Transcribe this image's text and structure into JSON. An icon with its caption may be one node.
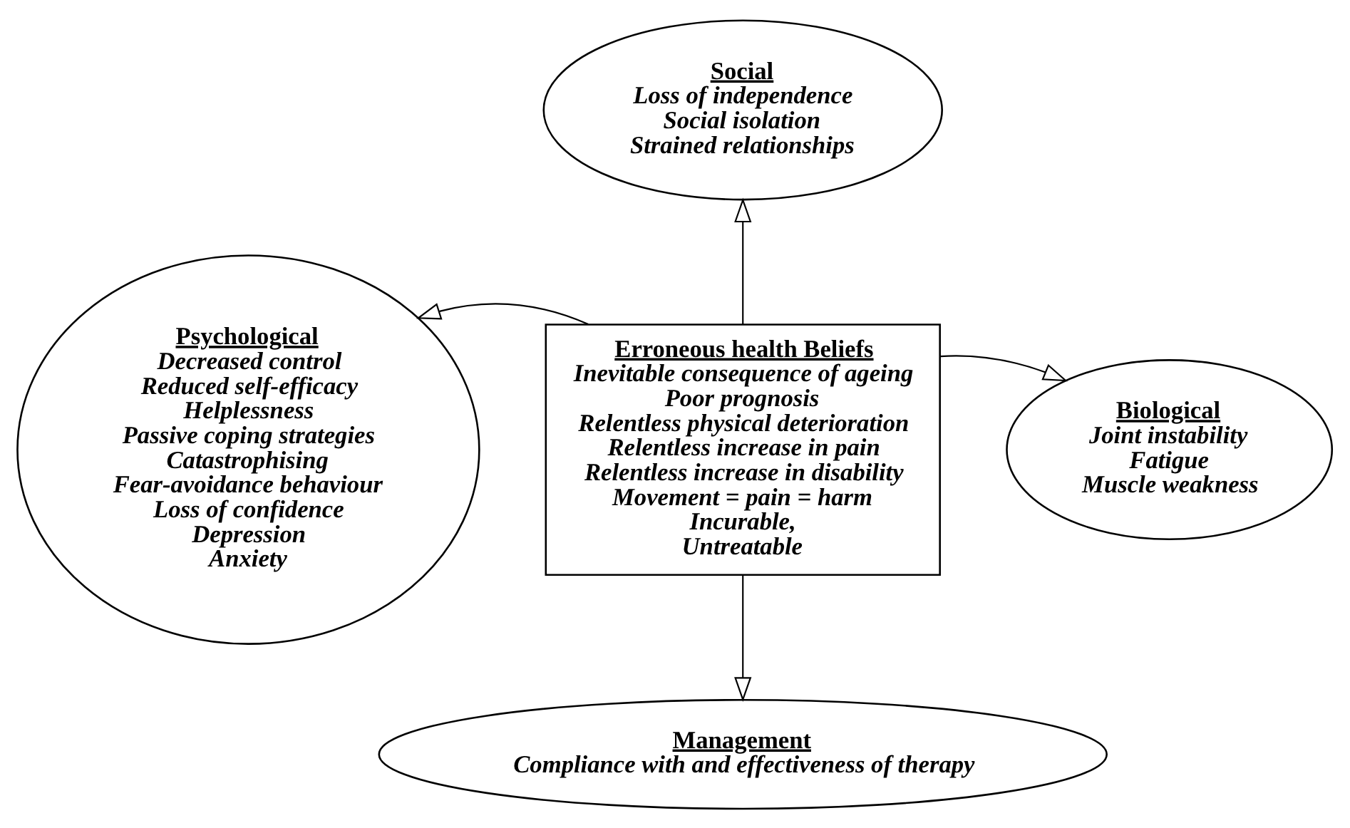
{
  "diagram": {
    "nodes": [
      {
        "text": [
          "Erroneous health Beliefs",
          "Inevitable consequence of ageing",
          "Poor prognosis",
          "Relentless physical deterioration",
          "Relentless increase in pain",
          "Relentless increase in disability",
          "Movement = pain = harm",
          "Incurable,",
          "Untreatable"
        ]
      },
      {
        "text": [
          "Social",
          "Loss of independence",
          "Social isolation",
          "Strained relationships"
        ]
      },
      {
        "text": [
          "Psychological",
          "Decreased control",
          "Reduced self-efficacy",
          "Helplessness",
          "Passive coping strategies",
          "Catastrophising",
          "Fear-avoidance behaviour",
          "Loss of confidence",
          "Depression",
          "Anxiety"
        ]
      },
      {
        "text": [
          "Biological",
          "Joint instability",
          "Fatigue",
          "Muscle weakness"
        ]
      },
      {
        "text": [
          "Management",
          "Compliance with and effectiveness of therapy"
        ]
      }
    ],
    "edges": [
      {
        "from": 0,
        "to": 1,
        "arrow": "to"
      },
      {
        "from": 0,
        "to": 2,
        "arrow": "to"
      },
      {
        "from": 0,
        "to": 3,
        "arrow": "to"
      },
      {
        "from": 0,
        "to": 4,
        "arrow": "to"
      }
    ]
  }
}
